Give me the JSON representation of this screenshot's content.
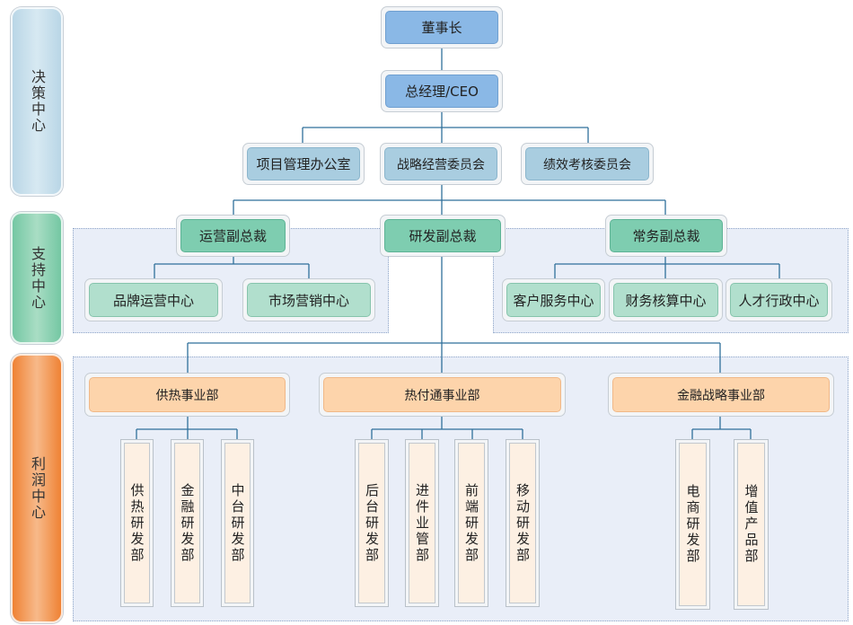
{
  "categories": {
    "decision": "决策中心",
    "support": "支持中心",
    "profit": "利润中心"
  },
  "decision": {
    "chairman": "董事长",
    "ceo": "总经理/CEO",
    "committees": [
      "项目管理办公室",
      "战略经营委员会",
      "绩效考核委员会"
    ]
  },
  "support": {
    "vps": [
      "运营副总裁",
      "研发副总裁",
      "常务副总裁"
    ],
    "operations_centers": [
      "品牌运营中心",
      "市场营销中心"
    ],
    "general_centers": [
      "客户服务中心",
      "财务核算中心",
      "人才行政中心"
    ]
  },
  "profit": {
    "divisions": [
      "供热事业部",
      "热付通事业部",
      "金融战略事业部"
    ],
    "heating_depts": [
      "供热研发部",
      "金融研发部",
      "中台研发部"
    ],
    "refutong_depts": [
      "后台研发部",
      "进件业管部",
      "前端研发部",
      "移动研发部"
    ],
    "finance_depts": [
      "电商研发部",
      "增值产品部"
    ]
  },
  "colors": {
    "blue": "#8ab8e6",
    "light_blue": "#a9cde0",
    "green": "#7ecdb0",
    "light_green": "#b1dfcd",
    "peach": "#fdd4ab",
    "dept_fill": "#fdf0e3",
    "decision_bar": "#b9d6e6",
    "support_bar": "#74c7a3",
    "profit_bar": "#ef8234",
    "line": "#2f6f9a"
  }
}
